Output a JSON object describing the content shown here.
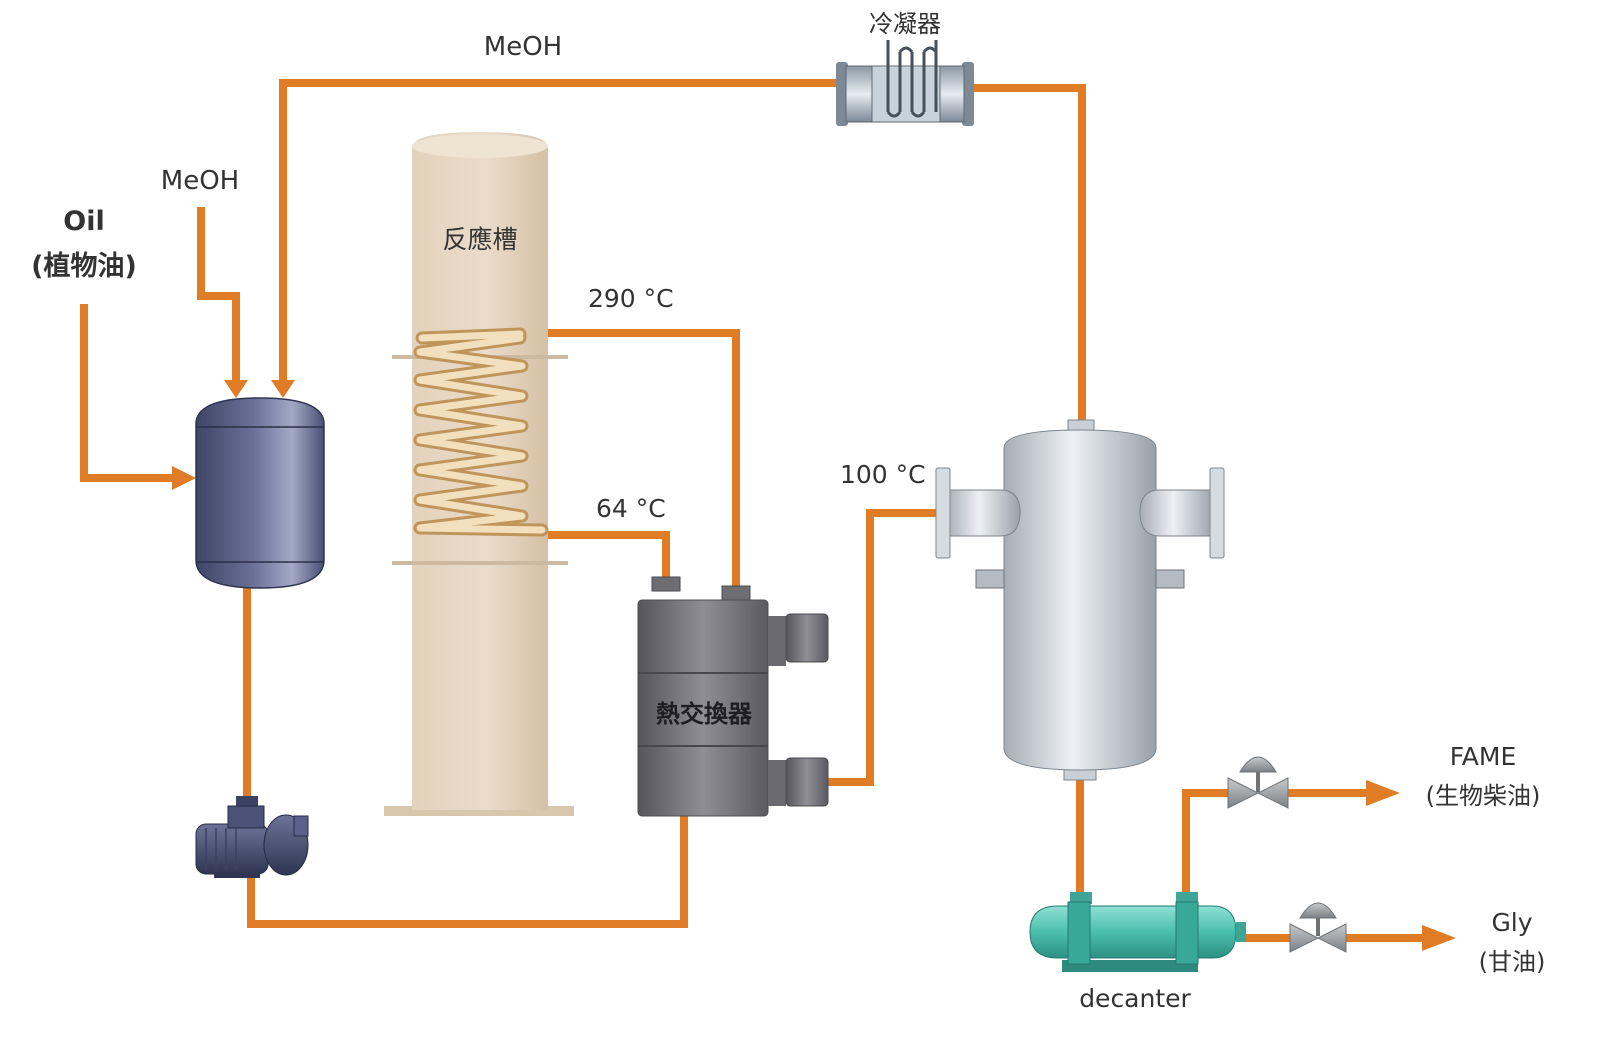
{
  "colors": {
    "pipe": "#e07b26",
    "text": "#333333"
  },
  "labels": {
    "meoh_top": "MeOH",
    "meoh_left": "MeOH",
    "oil": "Oil",
    "oil_cn": "(植物油)",
    "condenser": "冷凝器",
    "reactor": "反應槽",
    "temp_290": "290 °C",
    "temp_64": "64 °C",
    "temp_100": "100 °C",
    "heat_exchanger": "熱交換器",
    "decanter": "decanter",
    "fame": "FAME",
    "fame_cn": "(生物柴油)",
    "gly": "Gly",
    "gly_cn": "(甘油)"
  }
}
